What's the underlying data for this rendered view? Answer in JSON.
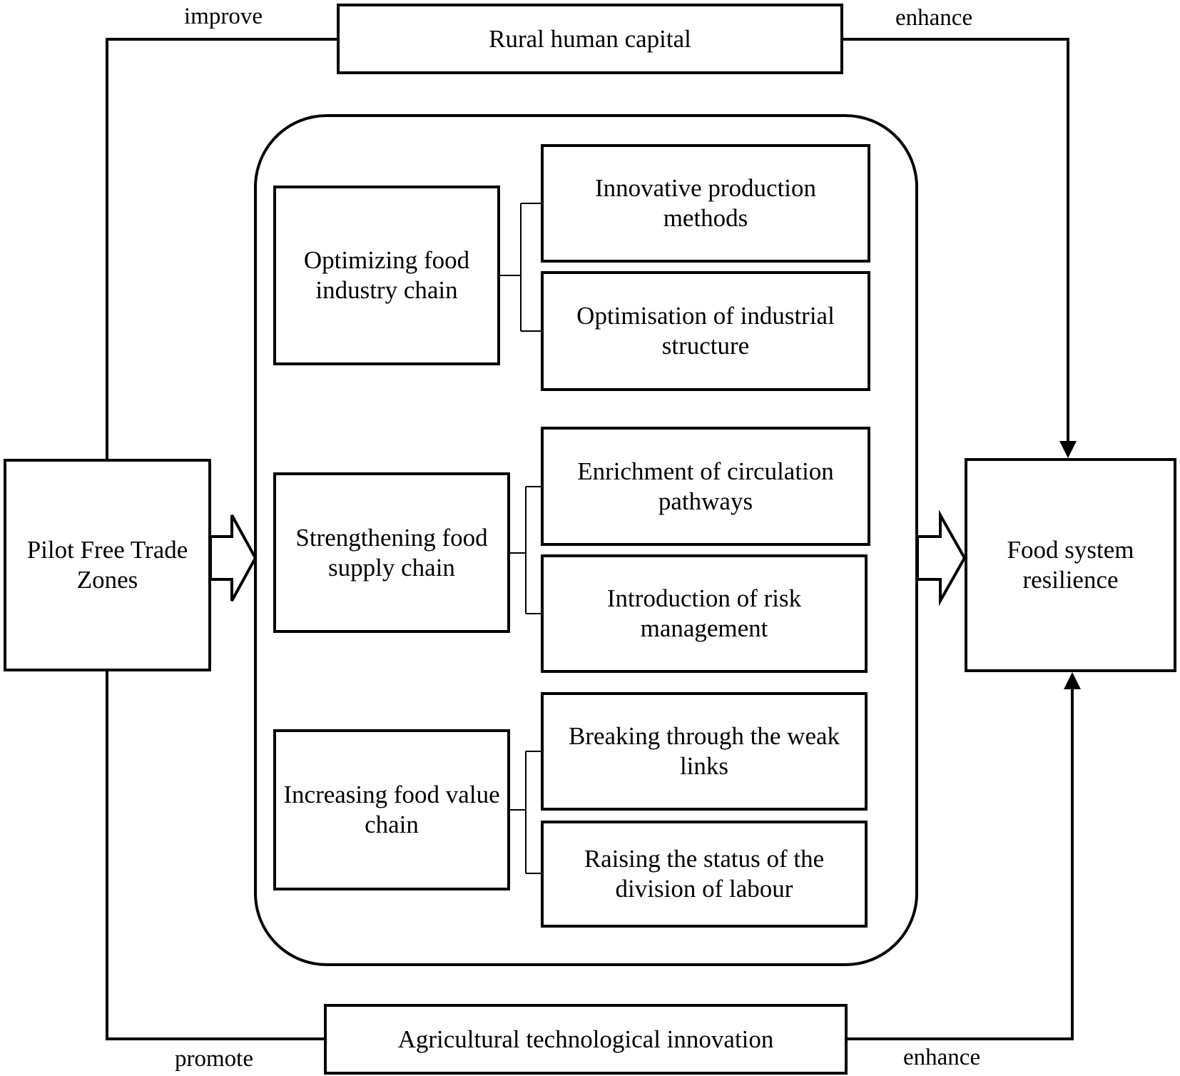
{
  "nodes": {
    "pilot_ftz": "Pilot Free Trade\nZones",
    "food_resilience": "Food system\nresilience",
    "rural_human_capital": "Rural human capital",
    "ag_tech_innovation": "Agricultural technological innovation",
    "industry_chain": "Optimizing food\nindustry chain",
    "supply_chain": "Strengthening food\nsupply chain",
    "value_chain": "Increasing food value\nchain",
    "innovative_production": "Innovative production\nmethods",
    "industrial_structure": "Optimisation of industrial\nstructure",
    "circulation_pathways": "Enrichment of circulation\npathways",
    "risk_management": "Introduction of risk\nmanagement",
    "weak_links": "Breaking through the weak\nlinks",
    "division_of_labour": "Raising the status of the\ndivision of labour"
  },
  "edge_labels": {
    "improve": "improve",
    "enhance_top": "enhance",
    "promote": "promote",
    "enhance_bottom": "enhance"
  }
}
